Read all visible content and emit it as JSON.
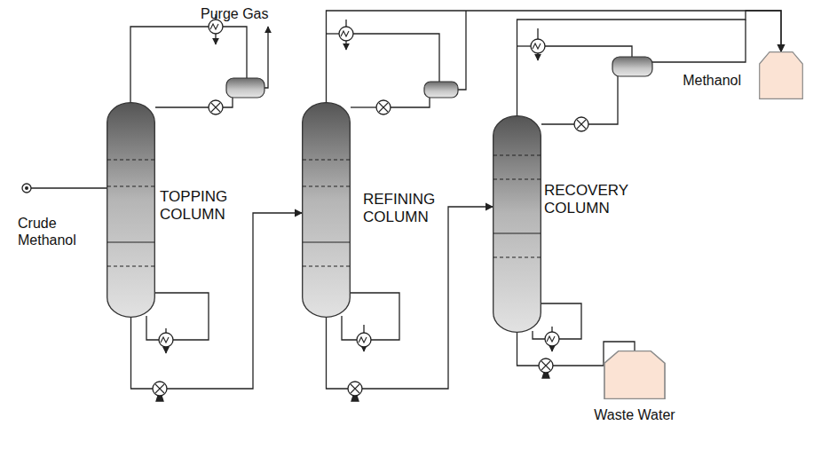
{
  "diagram": {
    "nodes": [
      {
        "text": [
          "TOPPING COLUMN"
        ]
      },
      {
        "text": [
          "REFINING COLUMN"
        ]
      },
      {
        "text": [
          "RECOVERY COLUMN"
        ]
      },
      {
        "text": [
          "Methanol"
        ]
      },
      {
        "text": [
          "Waste Water"
        ]
      }
    ],
    "edges": [
      {
        "from": 0,
        "to": 1,
        "arrow": "to"
      },
      {
        "from": 1,
        "to": 2,
        "arrow": "to"
      },
      {
        "from": 1,
        "to": 3,
        "arrow": "to"
      },
      {
        "from": 2,
        "to": 3,
        "arrow": "to"
      },
      {
        "from": 2,
        "to": 4,
        "arrow": "none"
      }
    ],
    "labels": [
      "Purge Gas",
      "Crude Methanol"
    ]
  }
}
